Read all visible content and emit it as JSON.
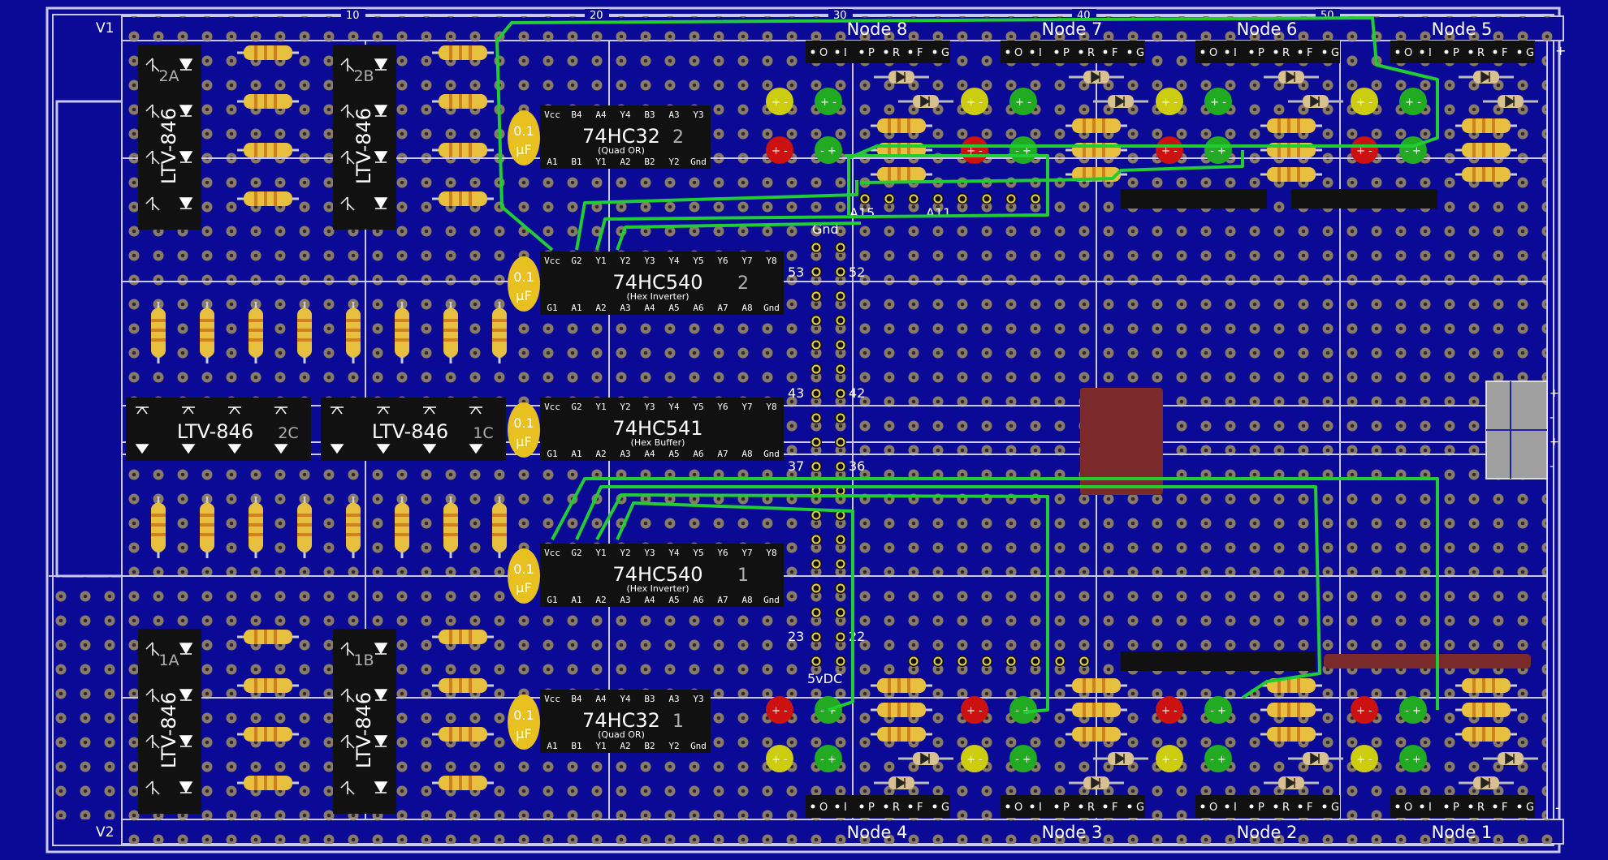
{
  "rails": {
    "top": "V1",
    "bottom": "V2"
  },
  "column_numbers": [
    "10",
    "20",
    "30",
    "40",
    "50"
  ],
  "nodes_top": [
    "Node 8",
    "Node 7",
    "Node 6",
    "Node 5"
  ],
  "nodes_bottom": [
    "Node 4",
    "Node 3",
    "Node 2",
    "Node 1"
  ],
  "node_pins": [
    "O",
    "I",
    "P",
    "R",
    "F",
    "G"
  ],
  "chips": {
    "hc32_2": {
      "name": "74HC32",
      "num": "2",
      "sub": "(Quad OR)",
      "top": [
        "Vcc",
        "B4",
        "A4",
        "Y4",
        "B3",
        "A3",
        "Y3"
      ],
      "bottom": [
        "A1",
        "B1",
        "Y1",
        "A2",
        "B2",
        "Y2",
        "Gnd"
      ]
    },
    "hc540_2": {
      "name": "74HC540",
      "num": "2",
      "sub": "(Hex Inverter)",
      "top": [
        "Vcc",
        "G2",
        "Y1",
        "Y2",
        "Y3",
        "Y4",
        "Y5",
        "Y6",
        "Y7",
        "Y8"
      ],
      "bottom": [
        "G1",
        "A1",
        "A2",
        "A3",
        "A4",
        "A5",
        "A6",
        "A7",
        "A8",
        "Gnd"
      ]
    },
    "hc541": {
      "name": "74HC541",
      "num": "",
      "sub": "(Hex Buffer)",
      "top": [
        "Vcc",
        "G2",
        "Y1",
        "Y2",
        "Y3",
        "Y4",
        "Y5",
        "Y6",
        "Y7",
        "Y8"
      ],
      "bottom": [
        "G1",
        "A1",
        "A2",
        "A3",
        "A4",
        "A5",
        "A6",
        "A7",
        "A8",
        "Gnd"
      ]
    },
    "hc540_1": {
      "name": "74HC540",
      "num": "1",
      "sub": "(Hex Inverter)",
      "top": [
        "Vcc",
        "G2",
        "Y1",
        "Y2",
        "Y3",
        "Y4",
        "Y5",
        "Y6",
        "Y7",
        "Y8"
      ],
      "bottom": [
        "G1",
        "A1",
        "A2",
        "A3",
        "A4",
        "A5",
        "A6",
        "A7",
        "A8",
        "Gnd"
      ]
    },
    "hc32_1": {
      "name": "74HC32",
      "num": "1",
      "sub": "(Quad OR)",
      "top": [
        "Vcc",
        "B4",
        "A4",
        "Y4",
        "B3",
        "A3",
        "Y3"
      ],
      "bottom": [
        "A1",
        "B1",
        "Y1",
        "A2",
        "B2",
        "Y2",
        "Gnd"
      ]
    }
  },
  "optocouplers": {
    "part": "LTV-846",
    "tags": {
      "2A": "2A",
      "2B": "2B",
      "1A": "1A",
      "1B": "1B",
      "2C": "2C",
      "1C": "1C"
    }
  },
  "capacitor": {
    "line1": "0.1",
    "line2": "µF"
  },
  "header_labels": {
    "gnd": "Gnd",
    "a15": "A15",
    "a11": "A11",
    "vdc": "5vDC",
    "p53": "53",
    "p52": "52",
    "p43": "43",
    "p42": "42",
    "p37": "37",
    "p36": "36",
    "p23": "23",
    "p22": "22"
  },
  "power_marks": {
    "plus": "+",
    "minus": "-"
  },
  "colors": {
    "board": "#0a0a96",
    "hole": "#8a7a6a",
    "rail": "#b8b8e8",
    "chip": "#111111",
    "cap": "#e8c020",
    "resistor": "#e8c040",
    "wire": "#22cc33",
    "led_red": "#cc1111",
    "led_green": "#22aa22",
    "led_yellow": "#cccc11",
    "brown_block": "#7a2a2a"
  }
}
